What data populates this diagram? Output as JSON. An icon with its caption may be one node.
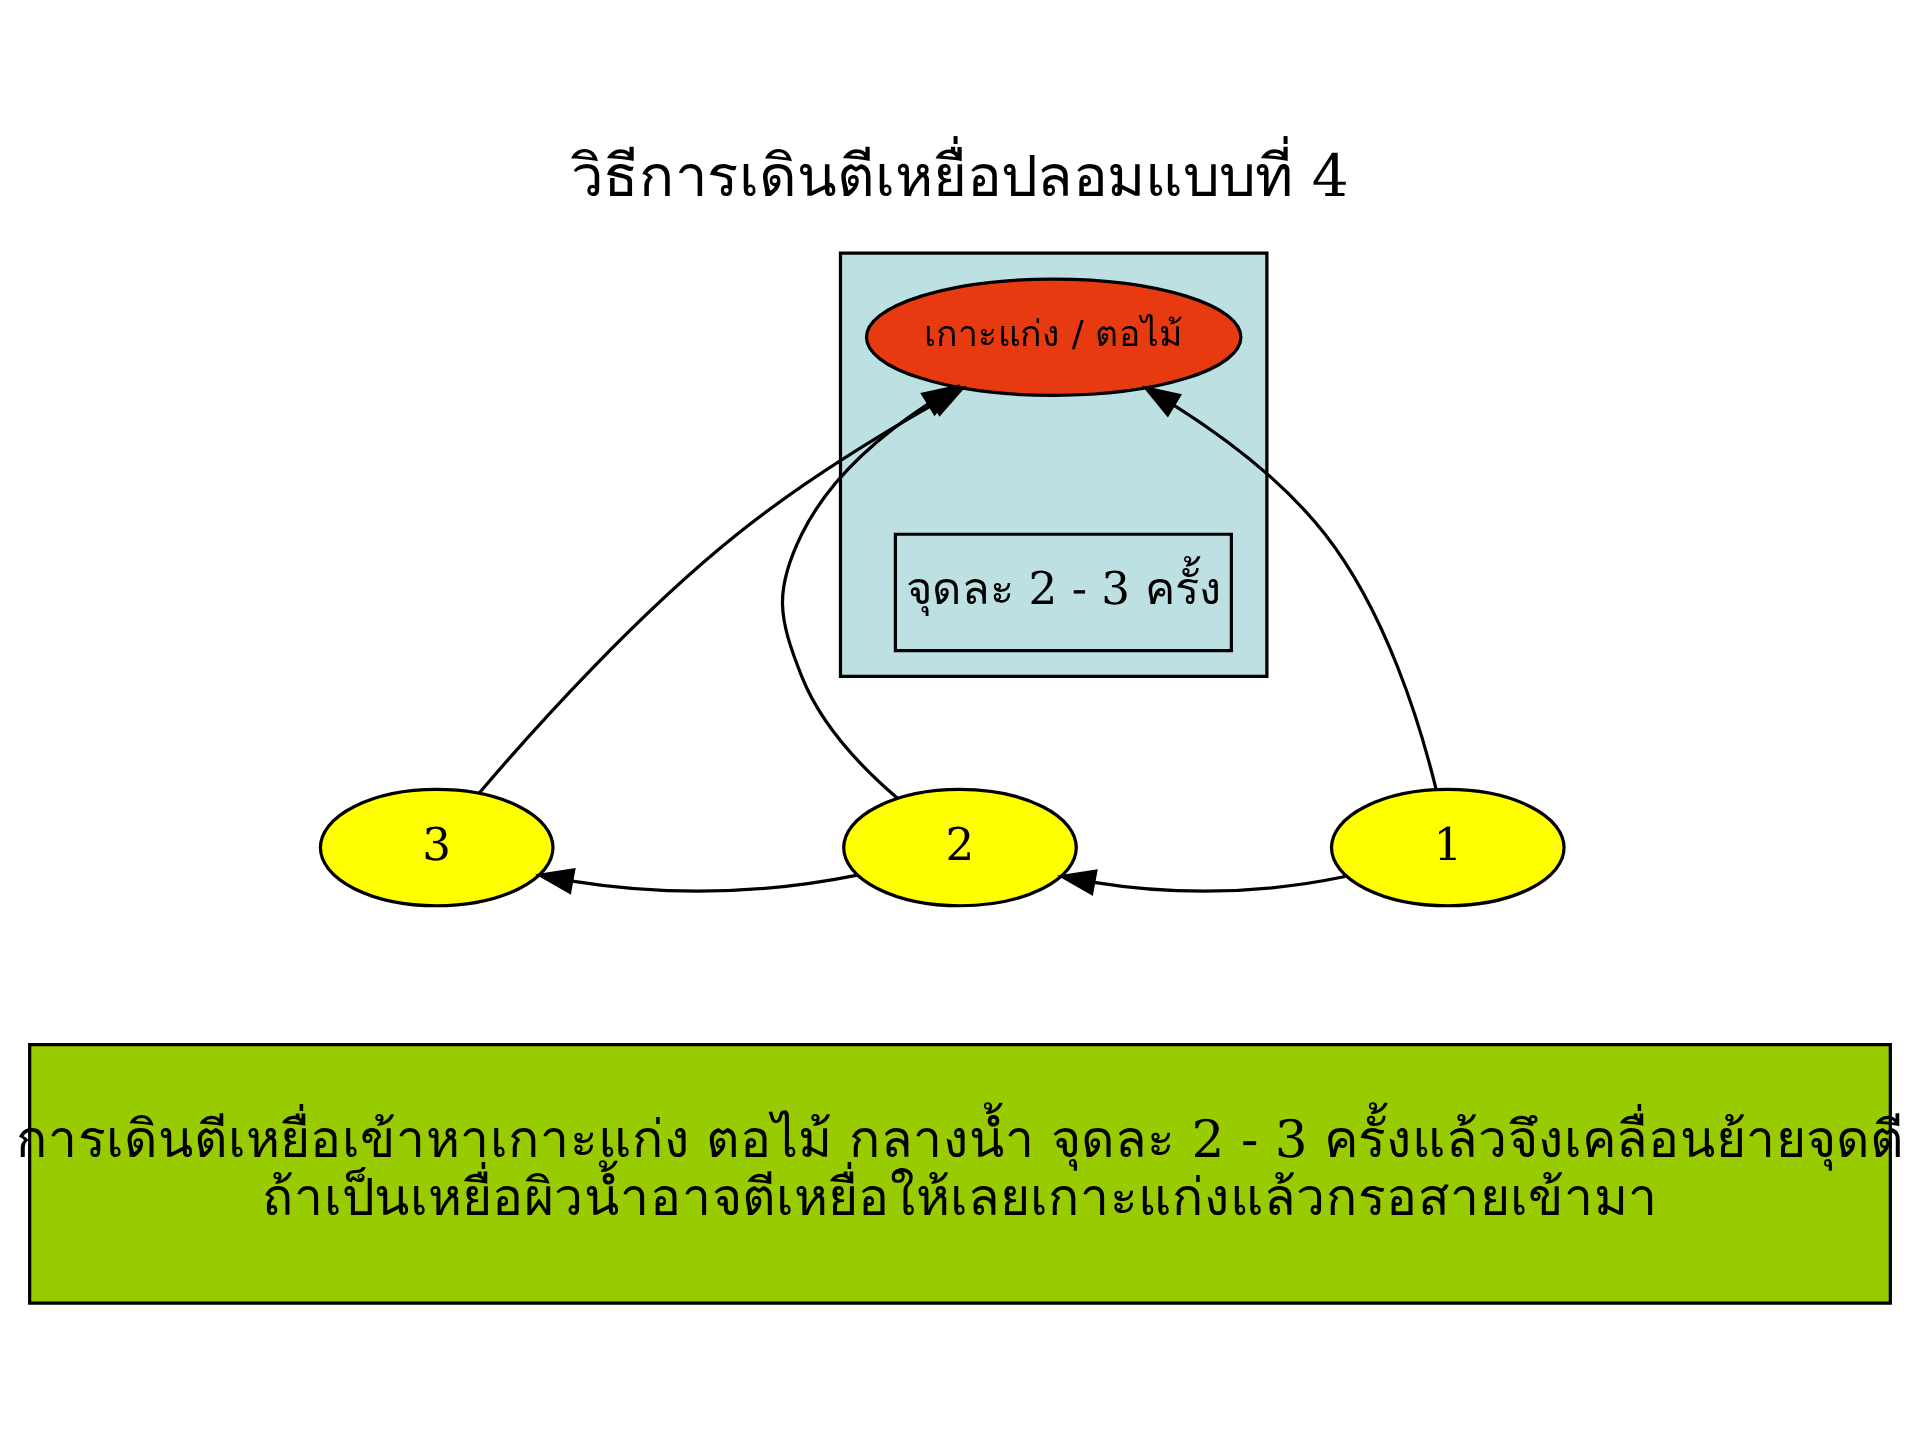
{
  "diagram": {
    "title": "วิธีการเดินตีเหยื่อปลอมแบบที่ 4",
    "nodes": [
      {
        "text": [],
        "shape": "box"
      },
      {
        "text": [
          "เกาะแก่ง / ตอไม้"
        ],
        "in": 0
      },
      {
        "text": [
          "จุดละ 2 - 3 ครั้ง"
        ],
        "in": 0
      },
      {
        "text": [
          "3"
        ]
      },
      {
        "text": [
          "2"
        ]
      },
      {
        "text": [
          "1"
        ]
      },
      {
        "text": [
          "การเดินตีเหยื่อเข้าหาเกาะแก่ง ตอไม้ กลางน้ำ จุดละ 2 - 3 ครั้งแล้วจึงเคลื่อนย้ายจุดตี ถ้าเป็นเหยื่อผิวน้ำอาจตีเหยื่อให้เลยเกาะแก่งแล้วกรอสายเข้ามา"
        ]
      }
    ],
    "edges": [
      {
        "from": 3,
        "to": 1,
        "arrow": "to"
      },
      {
        "from": 4,
        "to": 1,
        "arrow": "to"
      },
      {
        "from": 5,
        "to": 1,
        "arrow": "to"
      },
      {
        "from": 5,
        "to": 4,
        "arrow": "to"
      },
      {
        "from": 4,
        "to": 3,
        "arrow": "to"
      }
    ]
  }
}
